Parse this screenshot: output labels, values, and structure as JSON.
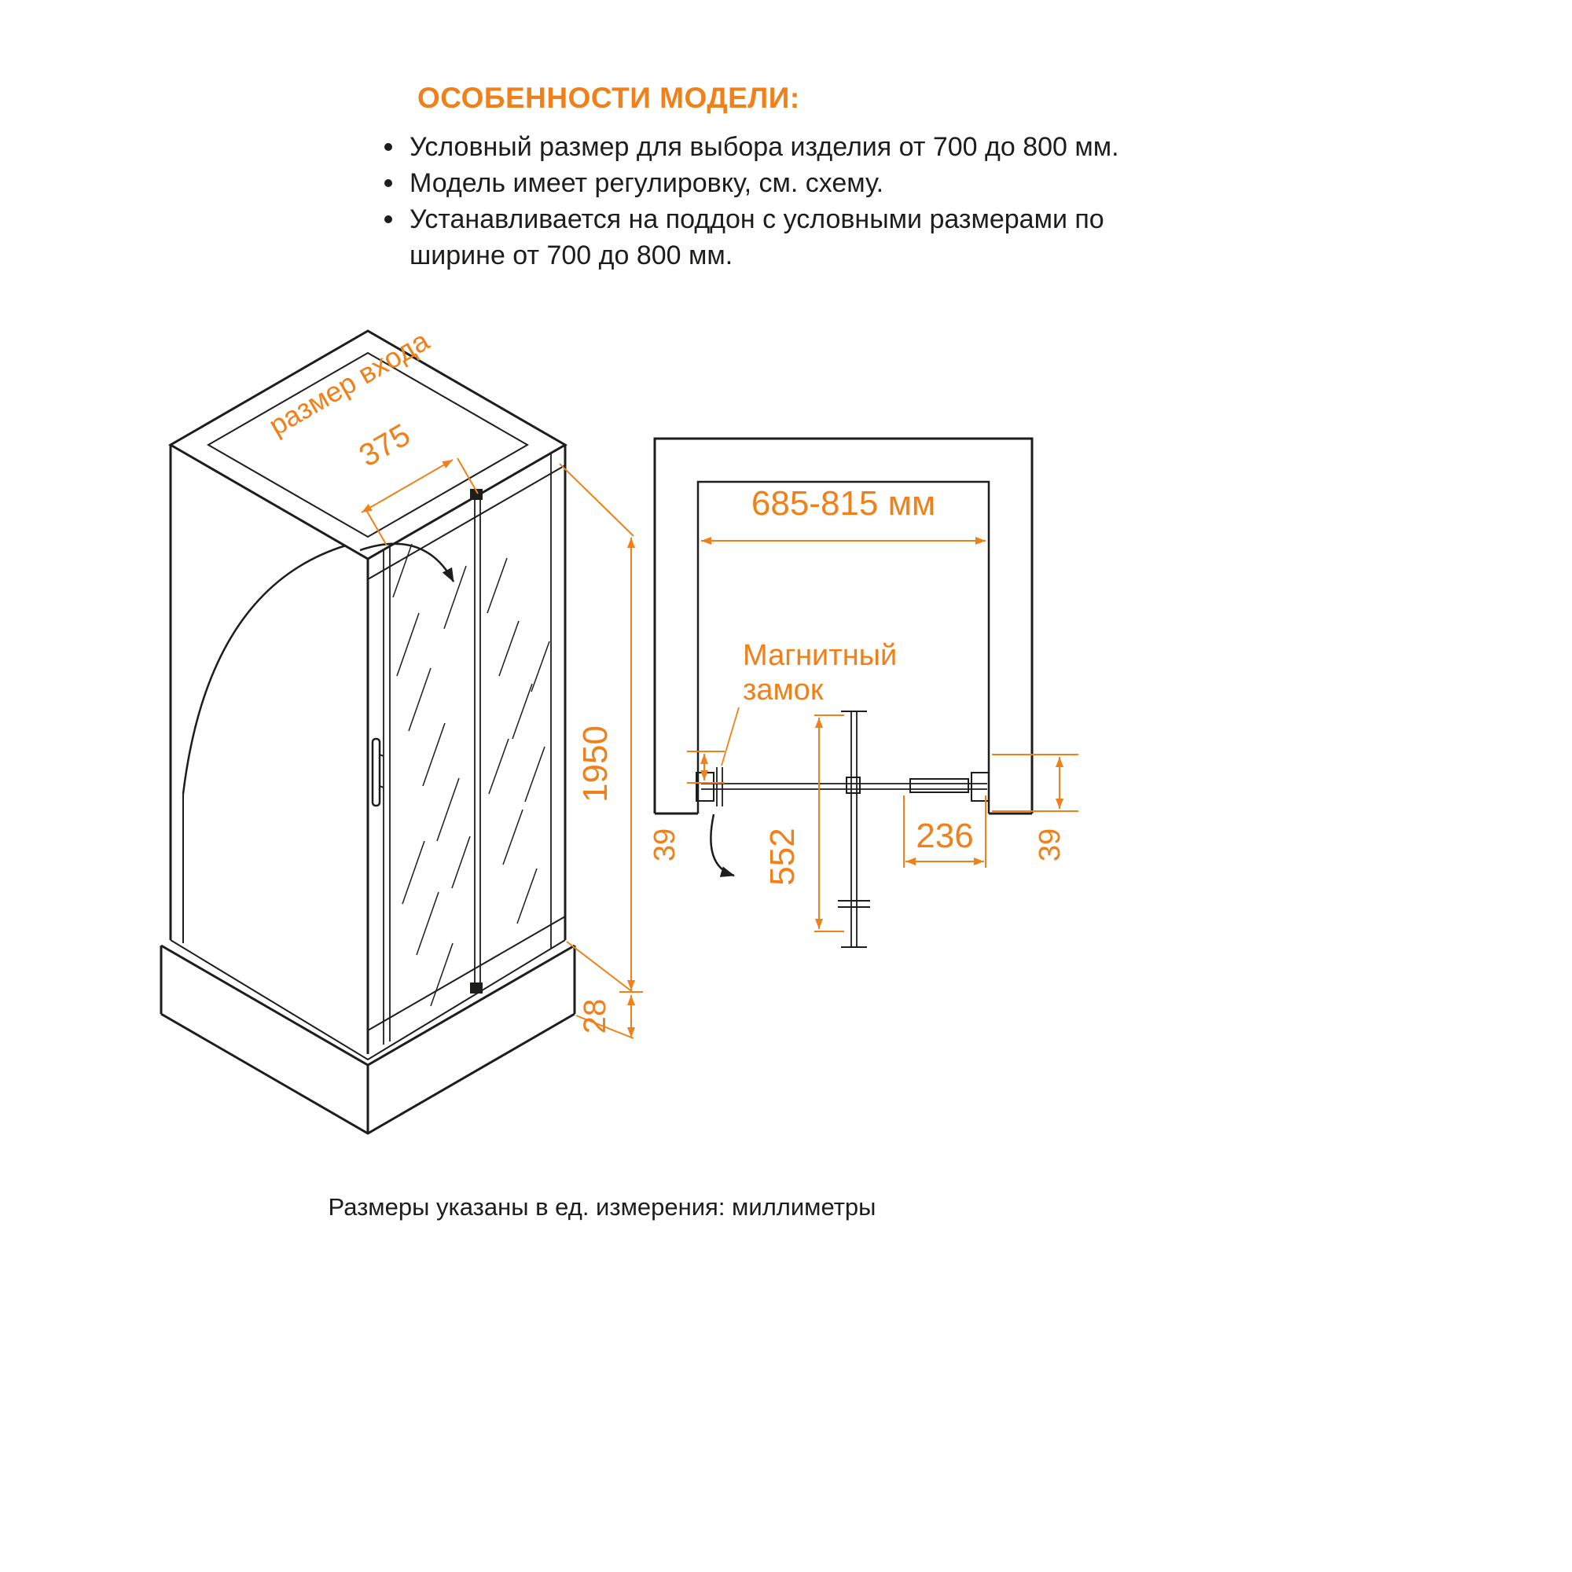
{
  "page": {
    "background": "#ffffff",
    "accent_color": "#f08019",
    "line_color": "#1d1d1b"
  },
  "features": {
    "title": "ОСОБЕННОСТИ МОДЕЛИ:",
    "items": [
      "Условный размер для выбора изделия от 700 до 800 мм.",
      "Модель имеет регулировку, см. схему.",
      "Устанавливается на поддон с условными размерами по ширине от 700 до 800 мм."
    ]
  },
  "side_view": {
    "entrance_label": "размер входа",
    "entrance_width": "375",
    "door_height": "1950",
    "threshold_height": "28"
  },
  "top_view": {
    "width_range": "685-815 мм",
    "magnet_label_line1": "Магнитный",
    "magnet_label_line2": "замок",
    "left_profile_adjust": "39",
    "door_panel_width": "552",
    "fixed_panel_width": "236",
    "right_profile_adjust": "39"
  },
  "footer": {
    "note": "Размеры указаны в ед. измерения: миллиметры"
  }
}
